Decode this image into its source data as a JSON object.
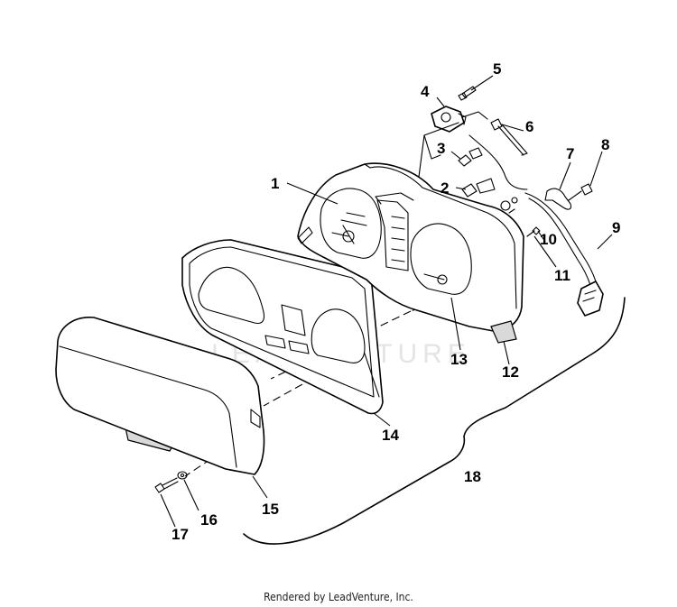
{
  "watermark": "LEADVENTURE",
  "callouts": {
    "n1": "1",
    "n2": "2",
    "n3": "3",
    "n4": "4",
    "n5": "5",
    "n6": "6",
    "n7": "7",
    "n8": "8",
    "n9": "9",
    "n10": "10",
    "n11": "11",
    "n12": "12",
    "n13": "13",
    "n14": "14",
    "n15": "15",
    "n16": "16",
    "n17": "17",
    "n18": "18"
  },
  "footer": "Rendered by LeadVenture, Inc."
}
